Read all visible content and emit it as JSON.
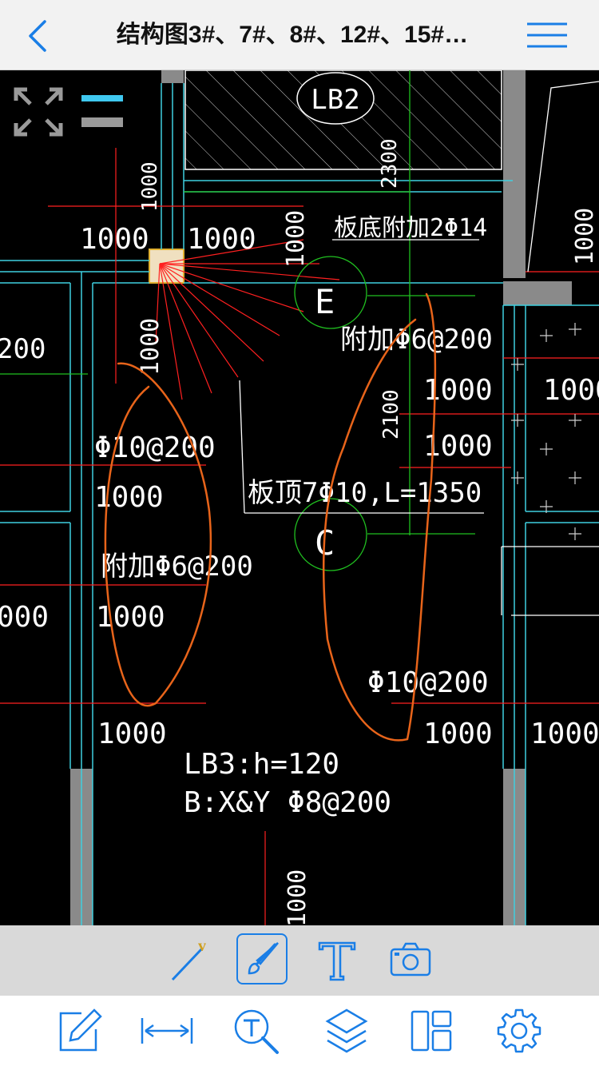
{
  "header": {
    "title": "结构图3#、7#、8#、12#、15#…",
    "back_icon": "chevron-left-icon",
    "menu_icon": "menu-icon"
  },
  "colors": {
    "accent": "#1a7ee6",
    "cad_red": "#ff2020",
    "cad_cyan": "#3fd0e0",
    "cad_green": "#20c020",
    "annotation_orange": "#e8641a",
    "cad_gray": "#8a8a8a",
    "brace_yellow": "#e0b030"
  },
  "drawing": {
    "labels": {
      "lb2": "LB2",
      "dim_2300": "2300",
      "dim_1000_a": "1000",
      "dim_1000_b": "1000",
      "dim_1000_c": "1000",
      "dim_1000_right": "1000",
      "dim_1000_vert": "1000",
      "dim_1000_vert2": "1000",
      "dim_1000_vert3": "1000",
      "dim_200_left": "200",
      "board_bottom_extra": "板底附加2Φ14",
      "circle_e": "E",
      "extra_phi6_right": "附加Φ6@200",
      "dim_1000_mid1": "1000",
      "dim_1000_mid2": "1000",
      "dim_2100": "2100",
      "dim_1000_right2": "1000",
      "phi10_left": "Φ10@200",
      "dim_1000_left1": "1000",
      "board_top": "板顶7Φ10,L=1350",
      "circle_c": "C",
      "extra_phi6_left": "附加Φ6@200",
      "dim_000_left": "000",
      "dim_1000_left2": "1000",
      "phi10_right": "Φ10@200",
      "dim_1000_bottom1": "1000",
      "dim_1000_bottom2": "1000",
      "dim_1000_bottom3": "1000",
      "lb3": "LB3:h=120",
      "bxy": "B:X&Y  Φ8@200",
      "dim_1000_lower": "1000"
    },
    "overlay_icons": [
      "expand-icon",
      "layers-toggle-icon"
    ]
  },
  "toolbar_top": [
    {
      "name": "line-tool",
      "icon": "line-v-icon"
    },
    {
      "name": "brush-tool",
      "icon": "brush-icon",
      "selected": true
    },
    {
      "name": "text-tool",
      "icon": "text-t-icon"
    },
    {
      "name": "camera-tool",
      "icon": "camera-icon"
    }
  ],
  "toolbar_bottom": [
    {
      "name": "edit-button",
      "icon": "edit-icon"
    },
    {
      "name": "measure-button",
      "icon": "measure-icon"
    },
    {
      "name": "text-search-button",
      "icon": "text-search-icon"
    },
    {
      "name": "layers-button",
      "icon": "layers-icon"
    },
    {
      "name": "layout-button",
      "icon": "layout-icon"
    },
    {
      "name": "settings-button",
      "icon": "gear-icon"
    }
  ]
}
